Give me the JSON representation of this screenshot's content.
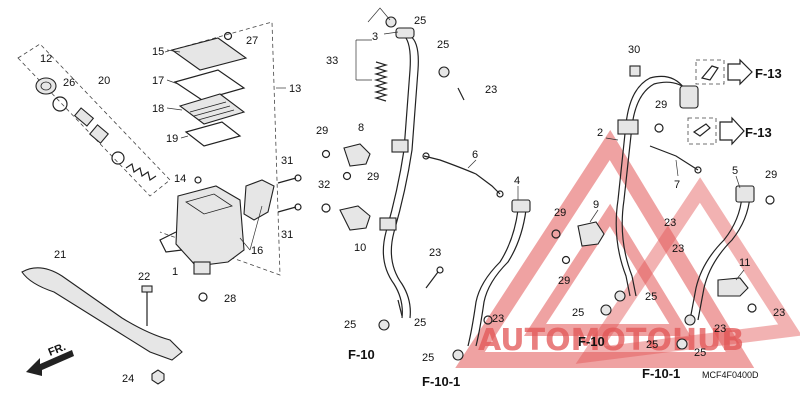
{
  "part_labels": {
    "p1": "1",
    "p2": "2",
    "p3": "3",
    "p4": "4",
    "p5": "5",
    "p6": "6",
    "p7": "7",
    "p8": "8",
    "p9": "9",
    "p10": "10",
    "p11": "11",
    "p12": "12",
    "p13": "13",
    "p14": "14",
    "p15": "15",
    "p16": "16",
    "p17": "17",
    "p18": "18",
    "p19": "19",
    "p20": "20",
    "p21": "21",
    "p22": "22",
    "p23": "23",
    "p24": "24",
    "p25": "25",
    "p26": "26",
    "p27": "27",
    "p28": "28",
    "p29": "29",
    "p30": "30",
    "p31": "31",
    "p32": "32",
    "p33": "33"
  },
  "reference_labels": {
    "f10": "F-10",
    "f10_1": "F-10-1",
    "f13": "F-13"
  },
  "direction_label": "FR.",
  "diagram_code": "MCF4F0400D",
  "watermark": {
    "text": "AUTOMOTOHUB",
    "color": "#e25555"
  }
}
